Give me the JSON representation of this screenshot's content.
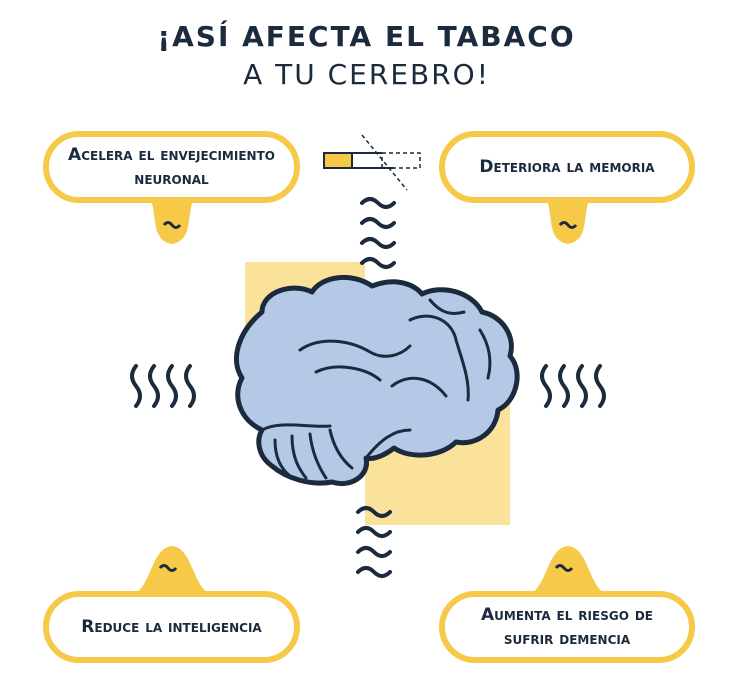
{
  "title": {
    "line1": "¡ASÍ AFECTA EL TABACO",
    "line2": "A TU CEREBRO!"
  },
  "effects": [
    {
      "text": "Acelera el envejecimiento neuronal"
    },
    {
      "text": "Deteriora la memoria"
    },
    {
      "text": "Reduce la inteligencia"
    },
    {
      "text": "Aumenta el riesgo de sufrir demencia"
    }
  ],
  "colors": {
    "yellow": "#f7c948",
    "pale_yellow": "#fbe29b",
    "navy": "#1b2a3d",
    "brain": "#b3c9e6"
  }
}
